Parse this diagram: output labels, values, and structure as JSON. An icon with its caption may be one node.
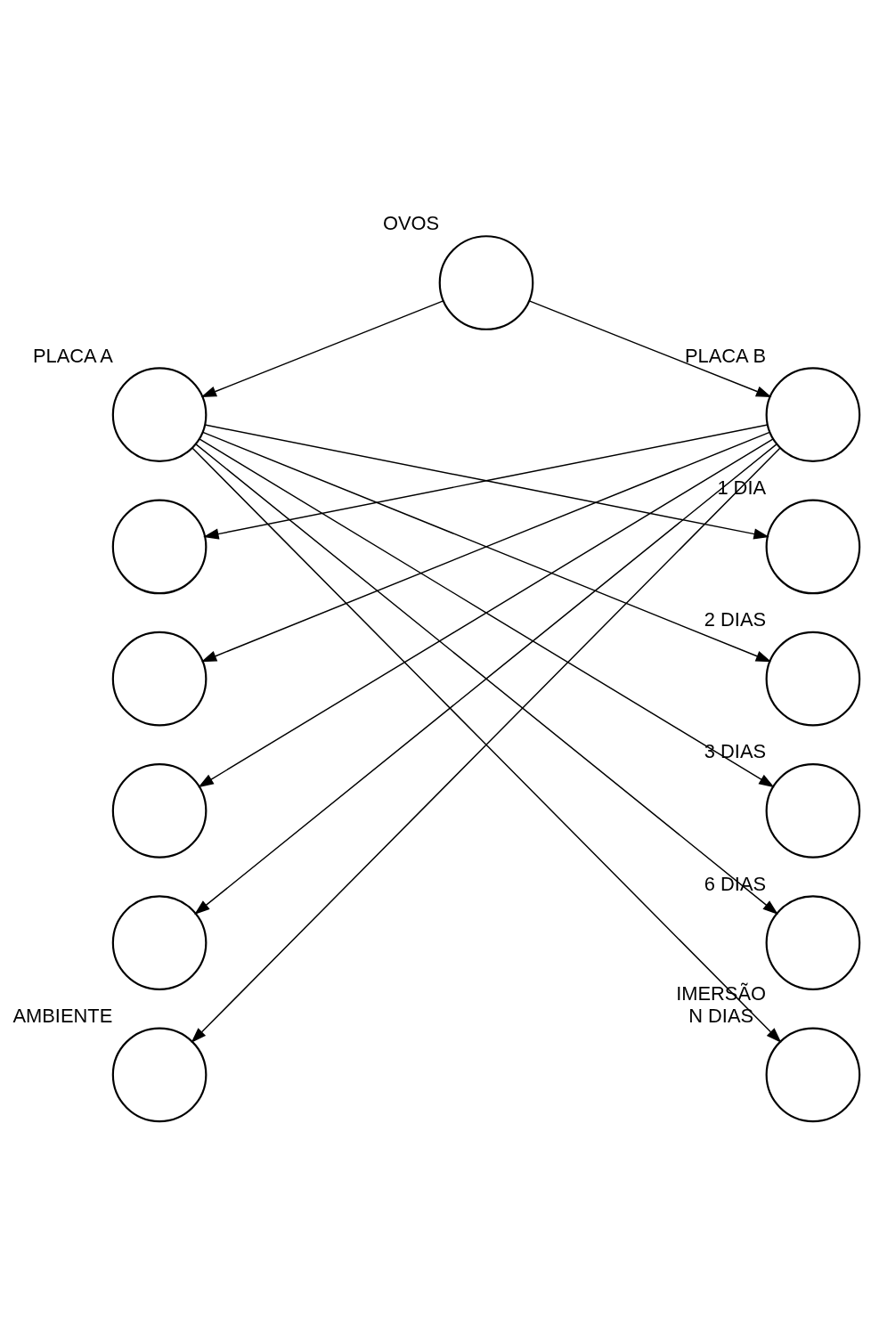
{
  "diagram": {
    "nodes": [
      {
        "text": [
          "OVOS"
        ]
      },
      {
        "text": [
          "PLACA A"
        ]
      },
      {
        "text": [
          "PLACA B"
        ]
      },
      {
        "text": [],
        "shape": "circle"
      },
      {
        "text": [],
        "shape": "circle",
        "beside": [
          "1 DIA"
        ]
      },
      {
        "text": [],
        "shape": "circle"
      },
      {
        "text": [],
        "shape": "circle",
        "beside": [
          "2 DIAS"
        ]
      },
      {
        "text": [],
        "shape": "circle"
      },
      {
        "text": [],
        "shape": "circle",
        "beside": [
          "3 DIAS"
        ]
      },
      {
        "text": [],
        "shape": "circle"
      },
      {
        "text": [],
        "shape": "circle",
        "beside": [
          "6 DIAS"
        ]
      },
      {
        "text": [
          "AMBIENTE"
        ]
      },
      {
        "text": [
          "IMERSÃO"
        ],
        "beside": [
          "N DIAS"
        ]
      }
    ],
    "edges": [
      {
        "from": 0,
        "to": 1,
        "arrow": "to"
      },
      {
        "from": 0,
        "to": 2,
        "arrow": "to"
      },
      {
        "from": 1,
        "to": 4,
        "arrow": "to"
      },
      {
        "from": 1,
        "to": 6,
        "arrow": "to"
      },
      {
        "from": 1,
        "to": 8,
        "arrow": "to"
      },
      {
        "from": 1,
        "to": 10,
        "arrow": "to"
      },
      {
        "from": 1,
        "to": 12,
        "arrow": "to"
      },
      {
        "from": 2,
        "to": 3,
        "arrow": "to"
      },
      {
        "from": 2,
        "to": 5,
        "arrow": "to"
      },
      {
        "from": 2,
        "to": 7,
        "arrow": "to"
      },
      {
        "from": 2,
        "to": 9,
        "arrow": "to"
      },
      {
        "from": 2,
        "to": 11,
        "arrow": "to"
      }
    ]
  }
}
